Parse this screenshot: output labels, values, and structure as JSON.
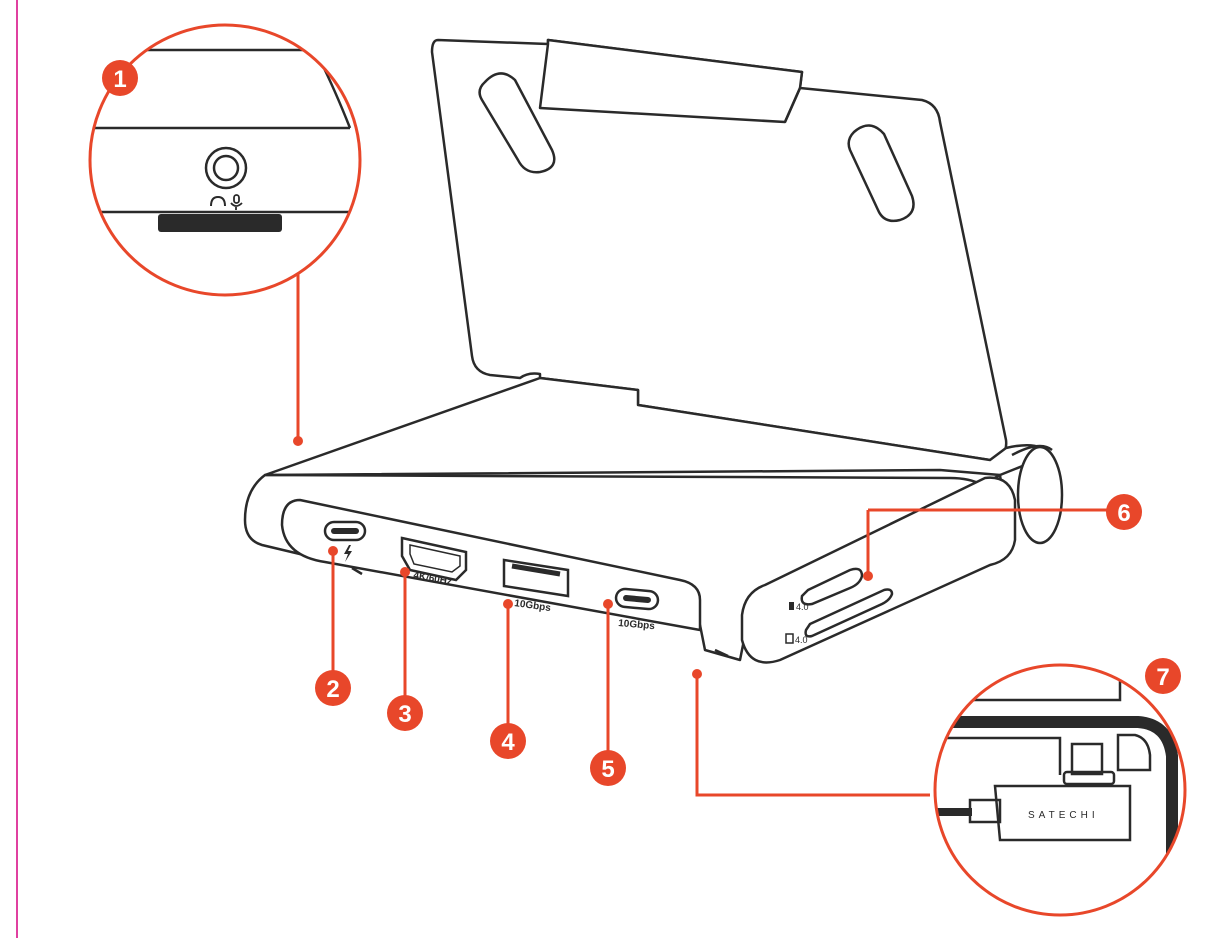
{
  "colors": {
    "accent": "#E8472A",
    "outline": "#2a2a2a",
    "fill": "#ffffff",
    "side_rule": "#e040a0"
  },
  "callouts": [
    {
      "number": "1",
      "feature": "headphone-mic-jack"
    },
    {
      "number": "2",
      "feature": "usb-c-pd-port"
    },
    {
      "number": "3",
      "feature": "hdmi-port"
    },
    {
      "number": "4",
      "feature": "usb-a-port"
    },
    {
      "number": "5",
      "feature": "usb-c-data-port"
    },
    {
      "number": "6",
      "feature": "card-reader-slots"
    },
    {
      "number": "7",
      "feature": "usb-c-connector"
    }
  ],
  "port_labels": {
    "hdmi": "4K/60Hz",
    "usb_a": "10Gbps",
    "usb_c": "10Gbps",
    "sd": "4.0",
    "microsd": "4.0"
  },
  "brand": "SATECHI",
  "icons": [
    "headphone-icon",
    "microphone-icon",
    "lightning-icon",
    "sd-card-icon",
    "microsd-card-icon"
  ]
}
